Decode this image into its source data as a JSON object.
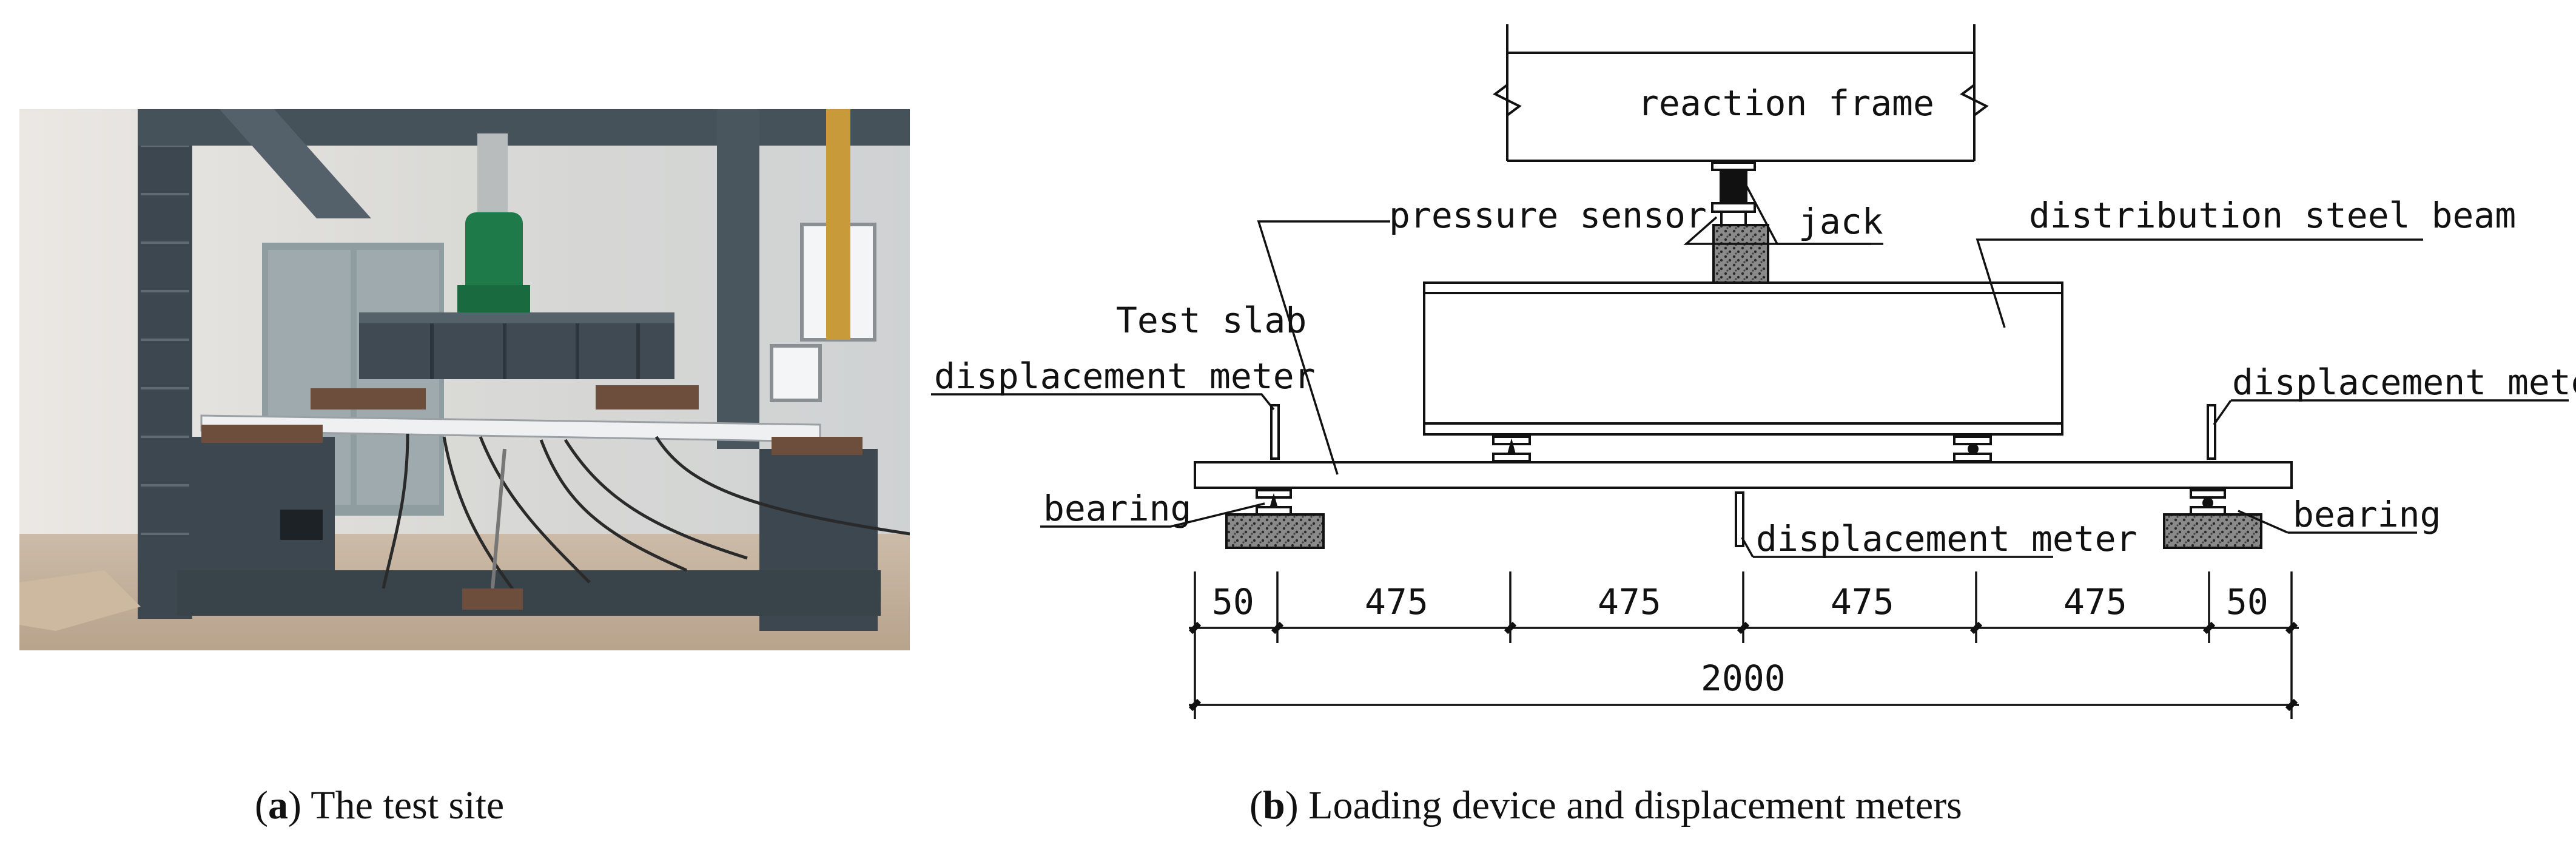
{
  "figure": {
    "captions": {
      "a": {
        "tag": "a",
        "text": "The test site"
      },
      "b": {
        "tag": "b",
        "text": "Loading device and displacement meters"
      }
    },
    "labels": {
      "reaction_frame": "reaction frame",
      "pressure_sensor": "pressure sensor",
      "jack": "jack",
      "distribution_beam": "distribution steel beam",
      "test_slab": "Test slab",
      "disp_meter_left": "displacement meter",
      "disp_meter_right": "displacement meter",
      "disp_meter_mid": "displacement meter",
      "bearing_left": "bearing",
      "bearing_right": "bearing"
    },
    "dimensions": {
      "segments": [
        "50",
        "475",
        "475",
        "475",
        "475",
        "50"
      ],
      "total": "2000"
    },
    "colors": {
      "ink": "#111111",
      "hatch": "#666666",
      "photo_frame": "#3f4a52",
      "photo_floor": "#c9b8a4",
      "photo_wall": "#e7e4df"
    }
  }
}
